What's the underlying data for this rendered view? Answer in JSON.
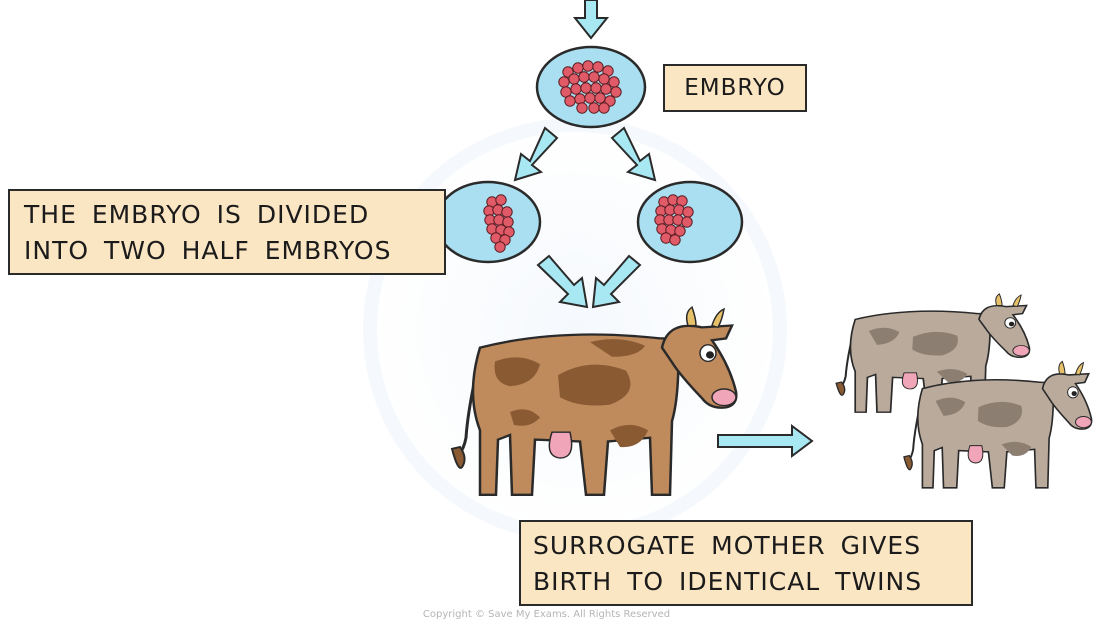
{
  "labels": {
    "embryo": "EMBRYO",
    "divided_line1": "THE EMBRYO IS DIVIDED",
    "divided_line2": "INTO TWO HALF EMBRYOS",
    "surrogate_line1": "SURROGATE MOTHER GIVES",
    "surrogate_line2": "BIRTH TO IDENTICAL TWINS"
  },
  "copyright": "Copyright © Save My Exams. All Rights Reserved",
  "colors": {
    "arrow_fill": "#a8e8f2",
    "dish_fill": "#a9dff0",
    "cells": "#e05a68",
    "label_bg": "#fbe6c4",
    "mother_cow": "#bf8a5c",
    "mother_patches": "#8a5a33",
    "twin_cows": "#b9aa9c",
    "twin_patches": "#8d7e72",
    "udder": "#f0a5b8"
  },
  "icons": [
    "down-arrow-icon",
    "petri-dish-icon",
    "cow-icon"
  ]
}
